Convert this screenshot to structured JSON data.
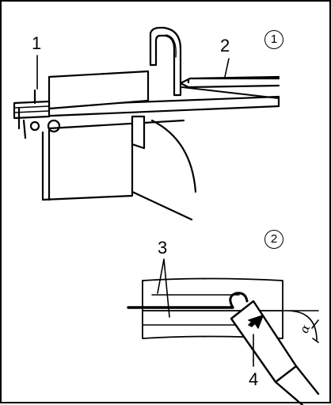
{
  "figure": {
    "step_1": "1",
    "step_2": "2",
    "callouts": {
      "c1": "1",
      "c2": "2",
      "c3": "3",
      "c4": "4"
    },
    "angle_symbol": "α",
    "colors": {
      "ink": "#000000",
      "paper": "#ffffff"
    }
  }
}
